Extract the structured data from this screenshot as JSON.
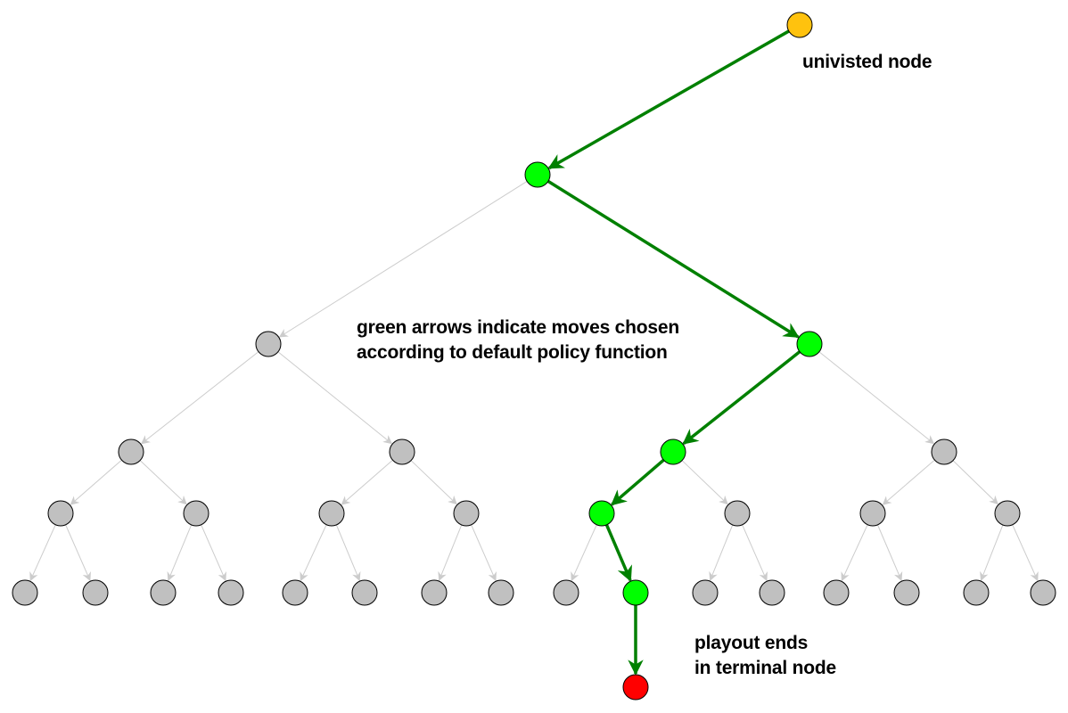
{
  "colors": {
    "unvisited": "#ffc20e",
    "chosen": "#00ff00",
    "unexplored": "#c0c0c0",
    "terminal": "#ff0000",
    "chosen_edge": "#008000",
    "other_edge": "#cccccc"
  },
  "tree": {
    "root": "unvisited",
    "levels": [
      [
        "chosen"
      ],
      [
        "unexplored",
        "chosen"
      ],
      [
        "unexplored",
        "unexplored",
        "chosen",
        "unexplored"
      ],
      [
        "unexplored",
        "unexplored",
        "unexplored",
        "unexplored",
        "chosen",
        "unexplored",
        "unexplored",
        "unexplored"
      ],
      [
        "unexplored",
        "unexplored",
        "unexplored",
        "unexplored",
        "unexplored",
        "unexplored",
        "unexplored",
        "unexplored",
        "unexplored",
        "chosen",
        "unexplored",
        "unexplored",
        "unexplored",
        "unexplored",
        "unexplored",
        "unexplored"
      ]
    ],
    "terminal": "terminal"
  },
  "labels": {
    "unvisited": "univisted node",
    "policy_line1": "green arrows indicate moves chosen",
    "policy_line2": "according to default policy function",
    "playout_line1": "playout ends",
    "playout_line2": "in terminal node"
  }
}
